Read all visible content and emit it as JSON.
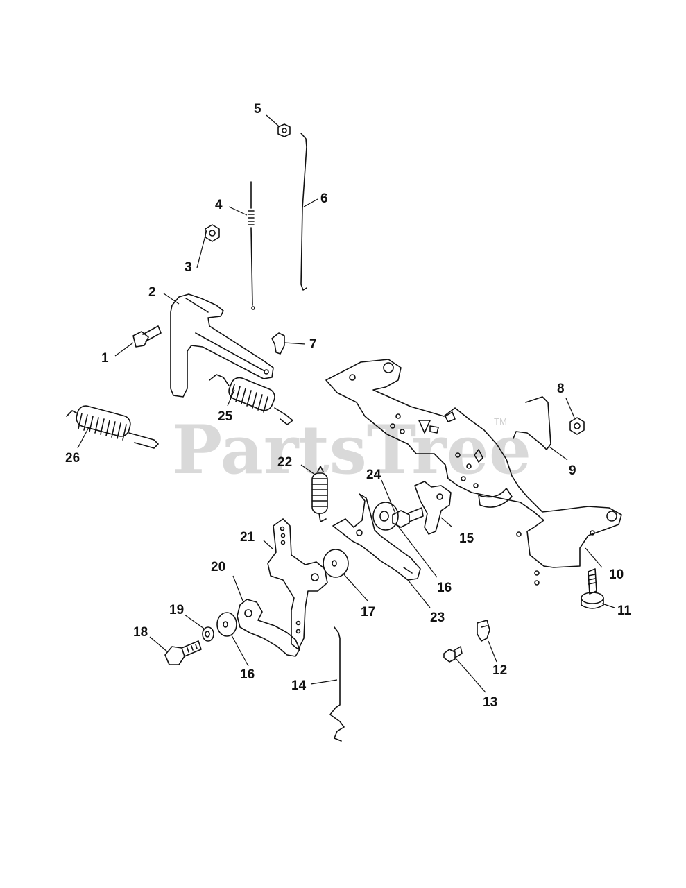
{
  "watermark": {
    "text": "PartsTree",
    "trademark": "TM"
  },
  "callouts": [
    "1",
    "2",
    "3",
    "4",
    "5",
    "6",
    "7",
    "8",
    "9",
    "10",
    "11",
    "12",
    "13",
    "14",
    "15",
    "16",
    "16",
    "17",
    "18",
    "19",
    "20",
    "21",
    "22",
    "23",
    "24",
    "25",
    "26"
  ]
}
